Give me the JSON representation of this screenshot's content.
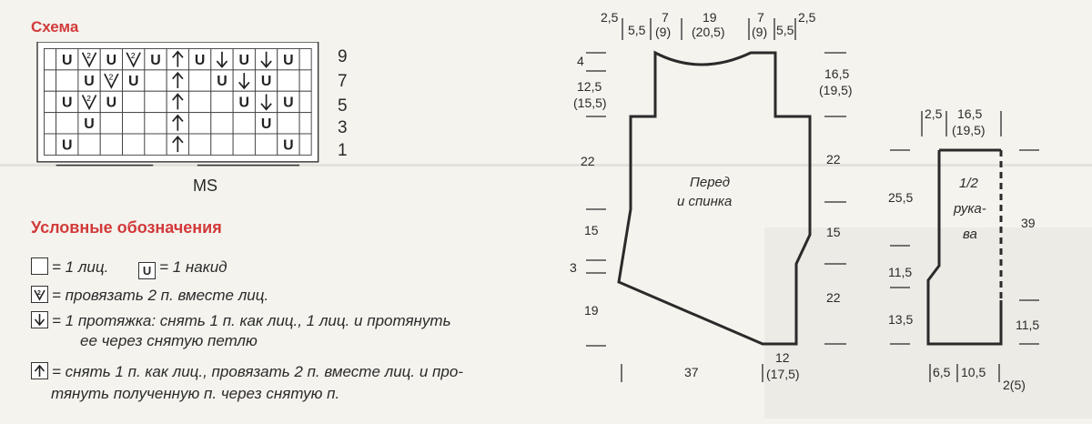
{
  "scheme": {
    "title": "Схема",
    "rows": [
      [
        "U",
        "2v",
        "U",
        "2v",
        "U",
        "up",
        "U",
        "dn",
        "U",
        "dn",
        "U"
      ],
      [
        "",
        "U",
        "2v",
        "U",
        "",
        "up",
        "",
        "U",
        "dn",
        "U",
        ""
      ],
      [
        "U",
        "2v",
        "U",
        "",
        "",
        "up",
        "",
        "",
        "U",
        "dn",
        "U"
      ],
      [
        "",
        "U",
        "",
        "",
        "",
        "up",
        "",
        "",
        "",
        "U",
        ""
      ],
      [
        "U",
        "",
        "",
        "",
        "",
        "up",
        "",
        "",
        "",
        "",
        "U"
      ]
    ],
    "row_numbers": [
      "9",
      "7",
      "5",
      "3",
      "1"
    ],
    "repeat_label": "MS"
  },
  "legend": {
    "title": "Условные обозначения",
    "items": [
      {
        "key": "1",
        "text": "= 1 лиц."
      },
      {
        "key": "2",
        "symbol": "U",
        "text": "= 1 накид"
      },
      {
        "key": "3",
        "text": "= провязать 2 п. вместе лиц."
      },
      {
        "key": "4",
        "text": "= 1 протяжка: снять 1 п. как лиц., 1 лиц. и протянуть",
        "text2": "ее через снятую петлю"
      },
      {
        "key": "5",
        "text": "= снять 1 п. как лиц., провязать 2 п. вместе лиц. и про-",
        "text2": "тянуть полученную п. через снятую п."
      }
    ]
  },
  "body_pattern": {
    "label_line1": "Перед",
    "label_line2": "и спинка",
    "dims": {
      "top_a": "2,5",
      "top_b": "5,5",
      "top_c": "7",
      "top_c2": "(9)",
      "top_d": "19",
      "top_d2": "(20,5)",
      "top_e": "7",
      "top_e2": "(9)",
      "top_f": "5,5",
      "top_g": "2,5",
      "left_1": "4",
      "left_2": "12,5",
      "left_2b": "(15,5)",
      "left_3": "22",
      "left_4": "15",
      "left_5": "3",
      "left_6": "19",
      "right_1": "16,5",
      "right_1b": "(19,5)",
      "right_2": "22",
      "right_3": "15",
      "right_4": "22",
      "bottom_w": "37",
      "bottom_r": "12",
      "bottom_r2": "(17,5)"
    }
  },
  "sleeve_pattern": {
    "label_line1": "1/2",
    "label_line2": "рука-",
    "label_line3": "ва",
    "dims": {
      "top_a": "2,5",
      "top_b": "16,5",
      "top_b2": "(19,5)",
      "left_1": "25,5",
      "left_2": "11,5",
      "left_3": "13,5",
      "right_1": "39",
      "right_2": "11,5",
      "bottom_a": "6,5",
      "bottom_b": "10,5",
      "bottom_c": "2(5)"
    }
  }
}
